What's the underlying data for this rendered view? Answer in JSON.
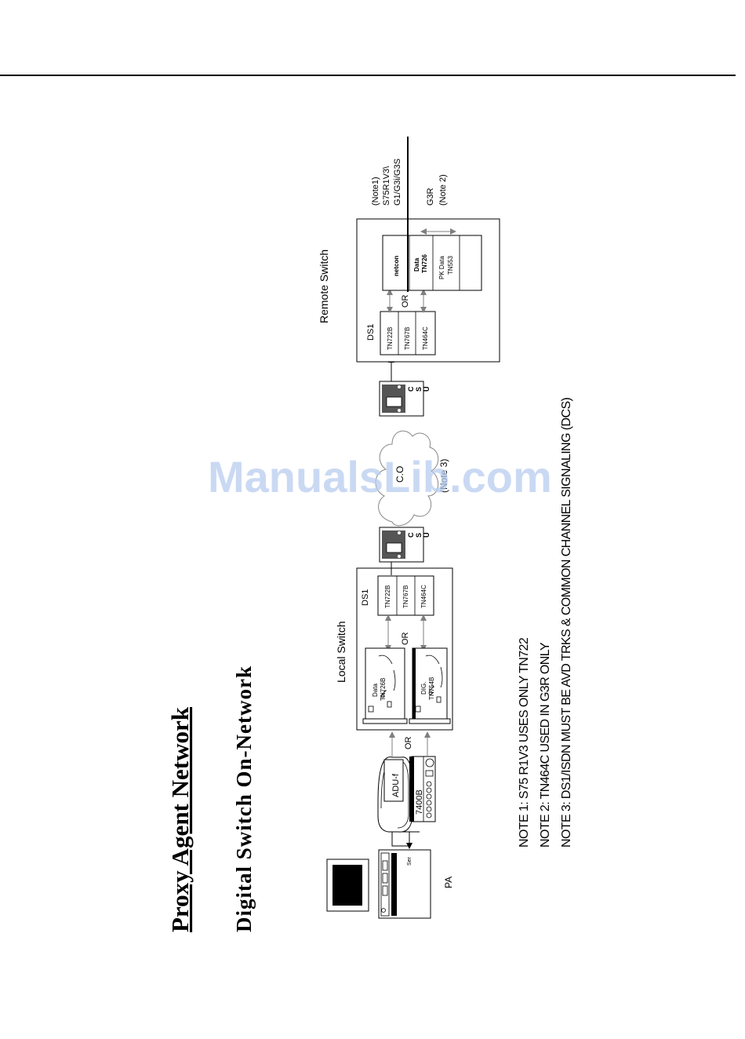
{
  "title": "Proxy Agent Network",
  "subtitle": "Digital Switch On-Network",
  "watermark": "ManualsLib.com",
  "colors": {
    "line": "#000000",
    "arrow": "#7f7f7f",
    "watermark": "#b9cdef",
    "csu_face": "#555555"
  },
  "pa": {
    "label": "PA",
    "ser_label": "Ser"
  },
  "adu": {
    "label": "ADU-f"
  },
  "terminal": {
    "label": "7400B"
  },
  "or_label": "OR",
  "local_switch": {
    "label": "Local Switch",
    "ds1_label": "DS1",
    "ds1_cards": [
      "TN722B",
      "TN767B",
      "TN464C"
    ],
    "data_card": {
      "line1": "Data",
      "line2": "TN726B"
    },
    "dig_card": {
      "line1": "DIG.",
      "line2": "TN754B"
    }
  },
  "csu": {
    "letters": [
      "C",
      "S",
      "U"
    ]
  },
  "co": {
    "label": "C.O",
    "note": "(Note 3)"
  },
  "remote_switch": {
    "label": "Remote Switch",
    "ds1_label": "DS1",
    "ds1_cards": [
      "TN722B",
      "TN767B",
      "TN464C"
    ],
    "netcon": "netcon",
    "data_line1": "Data",
    "data_line2": "TN726",
    "pk_line1": "PK Data",
    "pk_line2": "TN553"
  },
  "note1_block": [
    "(Note1)",
    "S75R1V3\\",
    "G1/G3i/G3S"
  ],
  "g3r_block": [
    "G3R",
    "(Note 2)"
  ],
  "notes": [
    "NOTE 1:  S75 R1V3 USES ONLY TN722",
    "NOTE 2:  TN464C USED IN G3R ONLY",
    "NOTE 3:  DS1/ISDN MUST BE AVD TRKS & COMMON CHANNEL SIGNALING  (DCS)"
  ]
}
